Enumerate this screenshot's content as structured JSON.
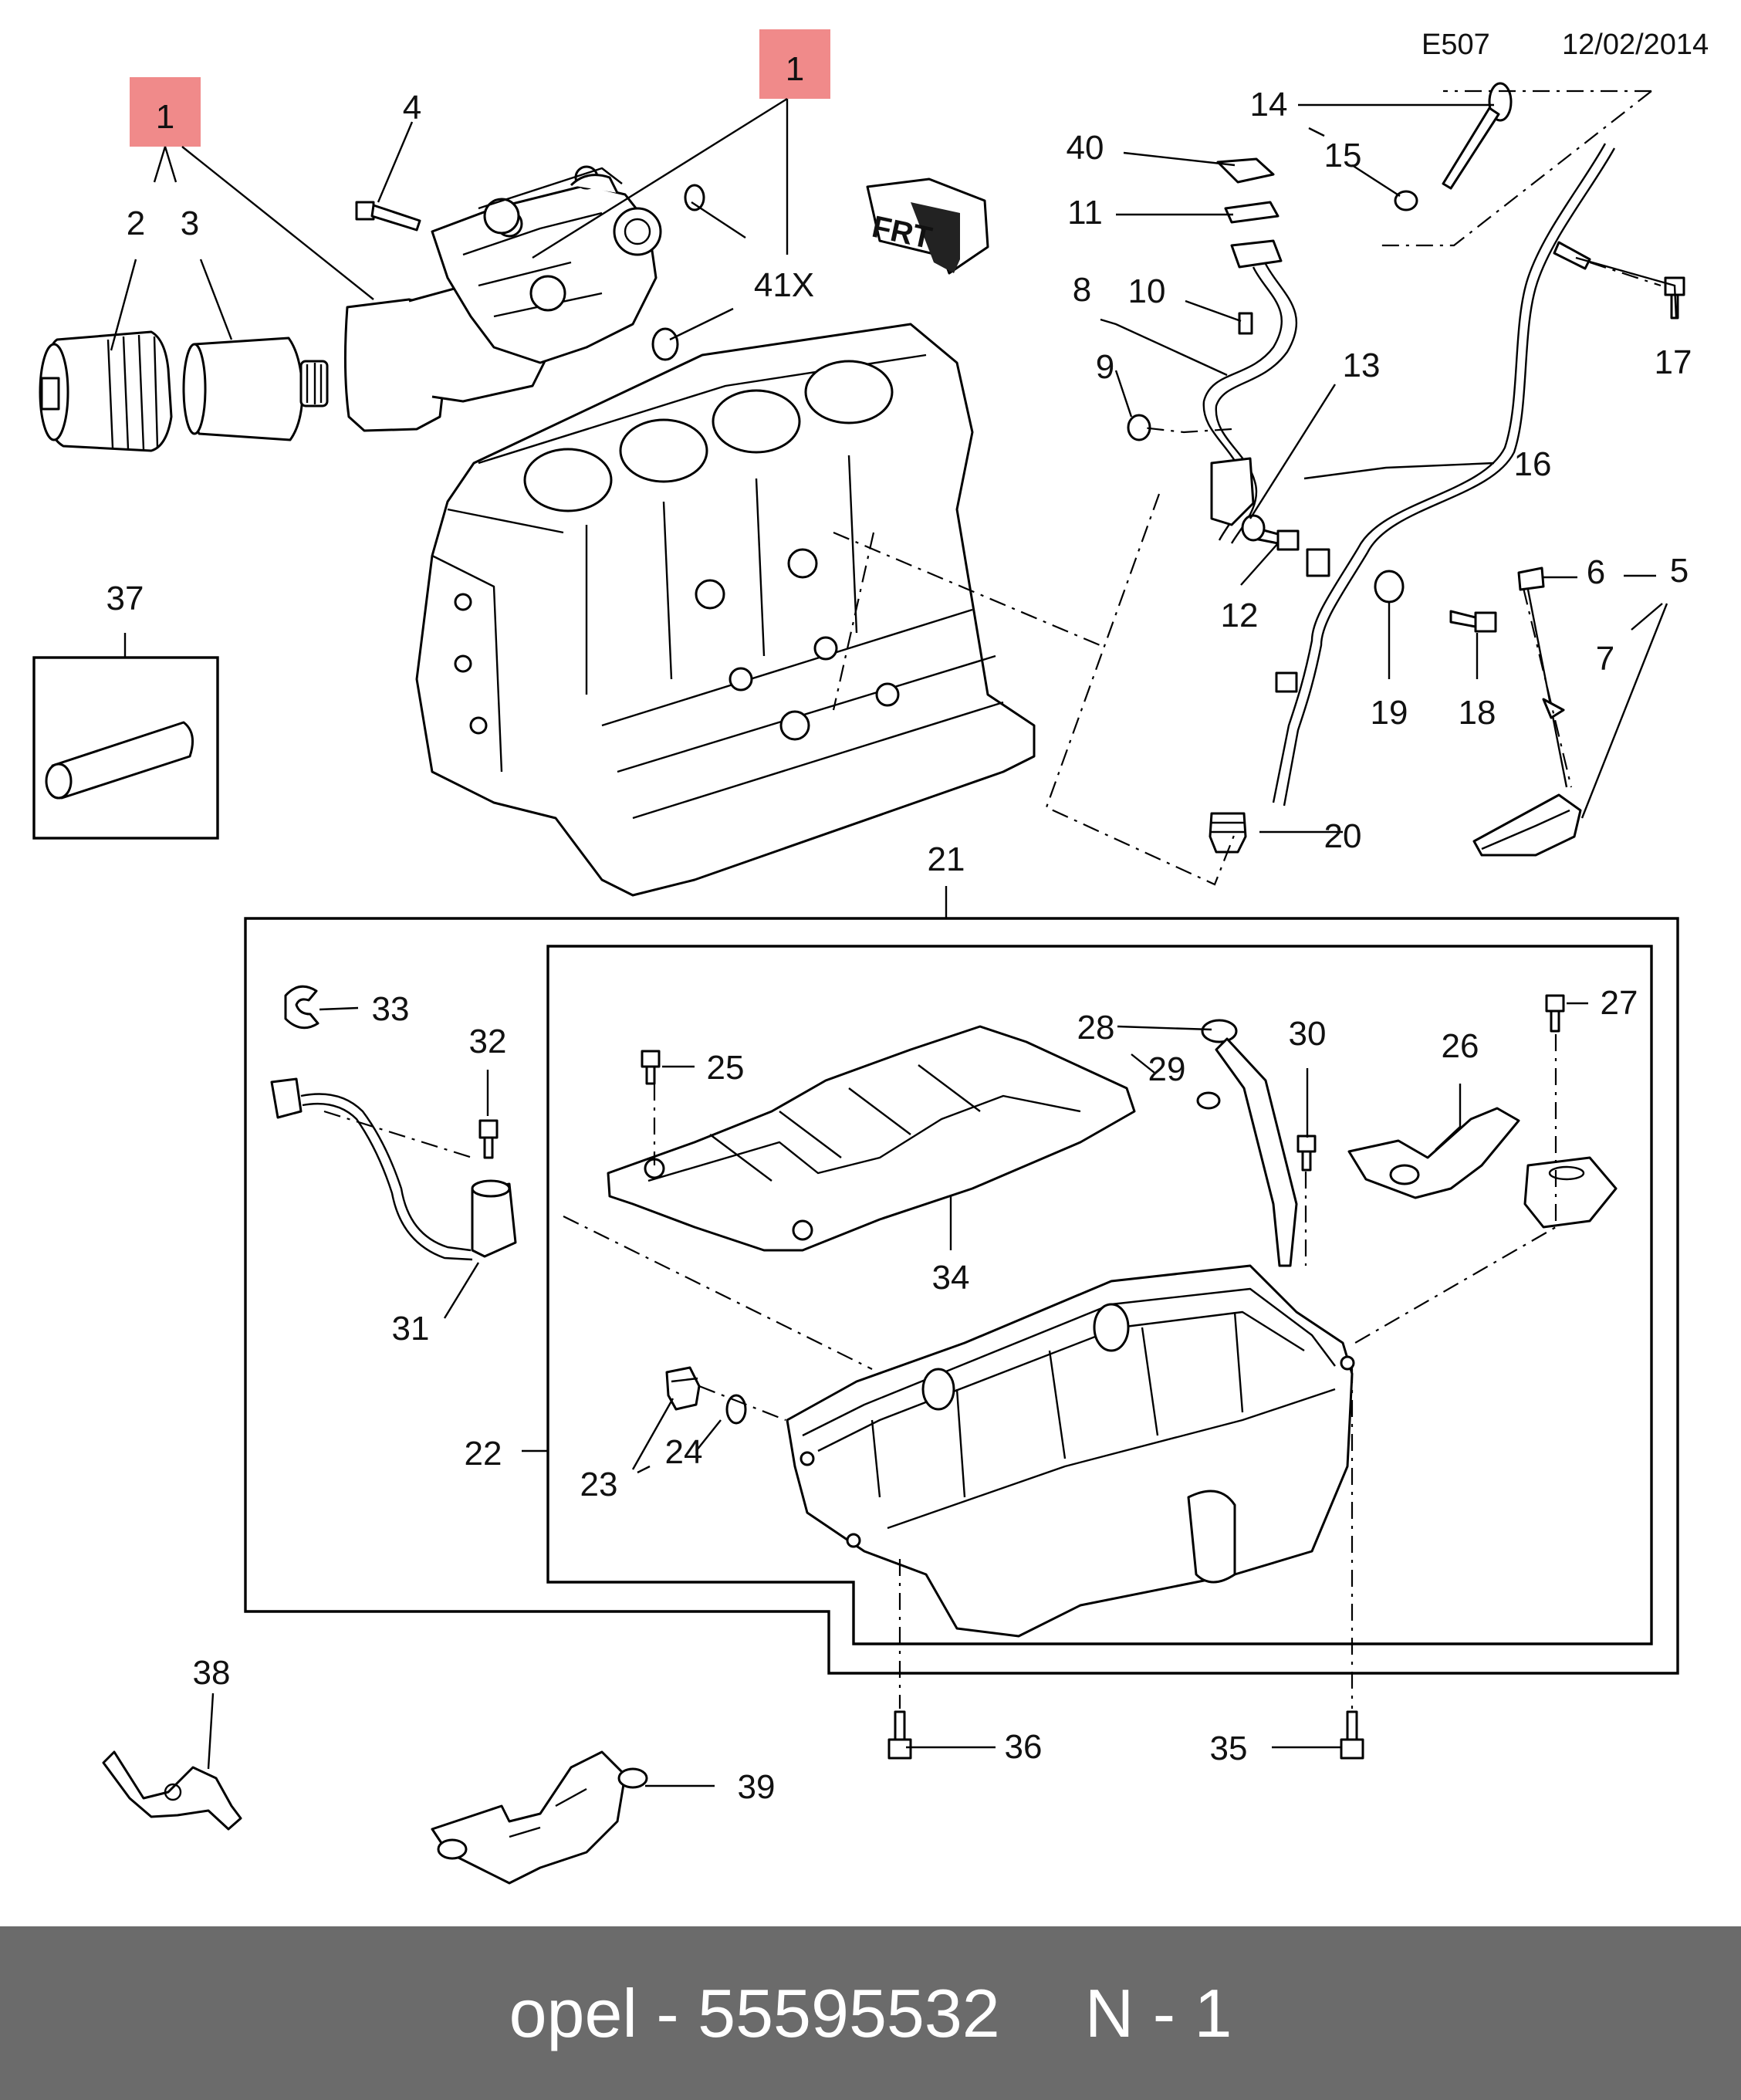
{
  "header": {
    "code": "E507",
    "date": "12/02/2014"
  },
  "highlight_markers": [
    "1",
    "1"
  ],
  "callouts": [
    "4",
    "2",
    "3",
    "41X",
    "14",
    "15",
    "40",
    "11",
    "8",
    "10",
    "9",
    "13",
    "16",
    "17",
    "12",
    "6",
    "5",
    "7",
    "19",
    "18",
    "20",
    "37",
    "21",
    "33",
    "32",
    "31",
    "25",
    "28",
    "29",
    "30",
    "27",
    "26",
    "34",
    "22",
    "23",
    "24",
    "36",
    "35",
    "38",
    "39"
  ],
  "front_label": "FRT",
  "footer": {
    "brand": "opel",
    "separator": "-",
    "part_number": "55595532",
    "page": "N - 1"
  },
  "colors": {
    "marker_fill": "#f08a8a",
    "footer_bg": "#6b6b6b",
    "footer_text": "#ffffff"
  }
}
